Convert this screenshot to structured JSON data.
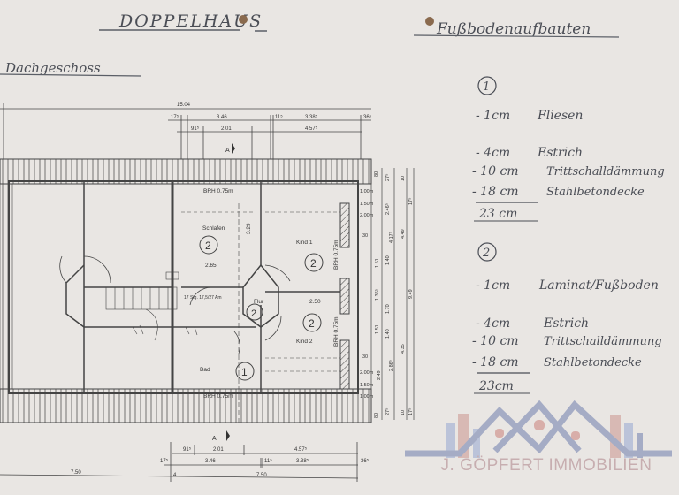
{
  "header": {
    "title": "DOPPELHAUS",
    "floor": "Dachgeschoss",
    "notes_title": "Fußbodenaufbauten"
  },
  "floor_buildups": [
    {
      "marker": "1",
      "layers": [
        {
          "thickness": "- 1cm",
          "material": "Fliesen"
        },
        {
          "thickness": "- 4cm",
          "material": "Estrich"
        },
        {
          "thickness": "- 10 cm",
          "material": "Trittschalldämmung"
        },
        {
          "thickness": "- 18 cm",
          "material": "Stahlbetondecke"
        }
      ],
      "total": "23 cm"
    },
    {
      "marker": "2",
      "layers": [
        {
          "thickness": "- 1cm",
          "material": "Laminat/Fußboden"
        },
        {
          "thickness": "- 4cm",
          "material": "Estrich"
        },
        {
          "thickness": "- 10 cm",
          "material": "Trittschalldämmung"
        },
        {
          "thickness": "- 18 cm",
          "material": "Stahlbetondecke"
        }
      ],
      "total": "23cm"
    }
  ],
  "plan": {
    "rooms": {
      "schlafen": "Schlafen",
      "kind1": "Kind 1",
      "kind2": "Kind 2",
      "flur": "Flur",
      "bad": "Bad"
    },
    "room_markers": {
      "schlafen": "2",
      "kind1": "2",
      "kind2": "2",
      "flur": "2",
      "bad": "1"
    },
    "labels": {
      "brh_top": "BRH 0.75m",
      "brh_bottom": "BRH 0.75m",
      "brh_kind1": "BRH 0.75m",
      "brh_kind2": "BRH 0.75m",
      "stair": "17 Stg. 17,5/27 Am",
      "section": "A",
      "dim_329": "3.29",
      "dim_265": "2.65",
      "dim_250": "2.50"
    },
    "top_dims": {
      "total": "15.04",
      "row1": [
        "17⁵",
        "3.46",
        "11⁵",
        "3.38⁵",
        "36⁵"
      ],
      "row2": [
        "91⁵",
        "2.01",
        "4.57⁵"
      ]
    },
    "bottom_dims": {
      "row1": [
        "91⁵",
        "2.01",
        "4.57⁵"
      ],
      "row2": [
        "17⁵",
        "3.46",
        "11⁵",
        "3.38⁵",
        "36⁵"
      ],
      "row3": [
        "7.50",
        "4",
        "7.50"
      ]
    },
    "right_dims": {
      "inner": [
        "1.00m",
        "1.50m",
        "2.00m",
        "30",
        "30",
        "2.00m",
        "1.50m",
        "1.00m"
      ],
      "col1": [
        "1.51",
        "1.36⁵",
        "1.51"
      ],
      "col2": [
        "1.40",
        "1.70",
        "1.40"
      ],
      "col3": [
        "2.46⁵",
        "4.17⁵",
        "2.86⁵",
        "2.49"
      ],
      "col4": [
        "4.49",
        "9.49",
        "4.35"
      ],
      "misc": [
        "80",
        "27⁵",
        "10",
        "17⁵",
        "80",
        "27⁵",
        "10",
        "17⁵"
      ]
    }
  },
  "logo": {
    "text": "J. GÖPFERT IMMOBILIEN",
    "colors": {
      "roof": "#9ea6c2",
      "text": "#c7aeb0",
      "accent": "#d7a9a3"
    }
  }
}
